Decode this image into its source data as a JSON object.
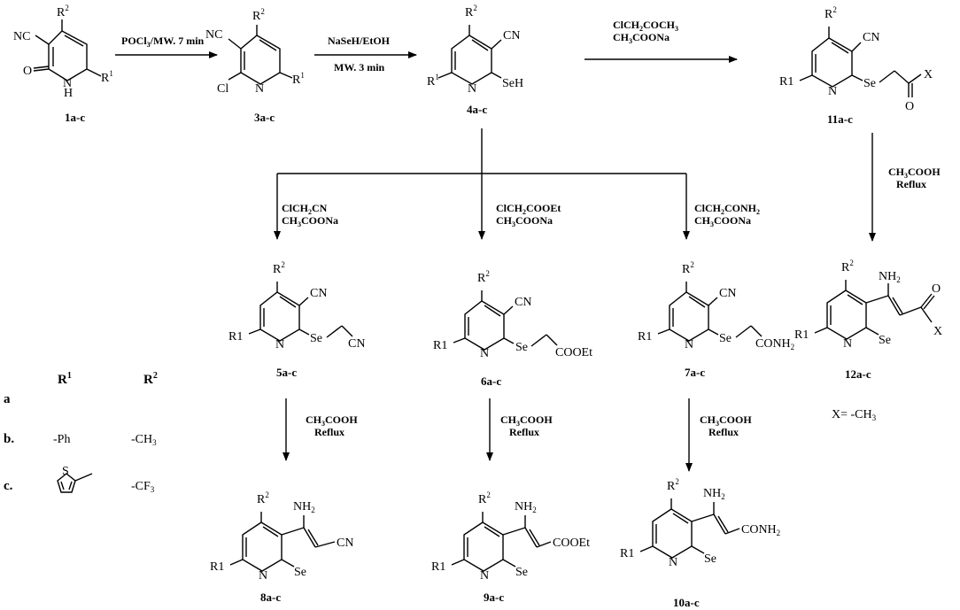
{
  "atoms": {
    "NC": "NC",
    "CN": "CN",
    "N": "N",
    "H": "H",
    "O": "O",
    "Cl": "Cl",
    "R": "R",
    "R1": "R1",
    "Se": "Se",
    "SeH": "SeH",
    "X": "X",
    "NH": "NH",
    "S": "S",
    "COOEt": "COOEt",
    "CONH": "CONH",
    "sub1": "1",
    "sub2": "2"
  },
  "colors": {
    "black": "#000000",
    "teal": "#1f8a8a",
    "blue": "#2a2acc",
    "red": "#e02020",
    "green": "#2e9e2e"
  },
  "compounds": {
    "c1": "1a-c",
    "c3": "3a-c",
    "c4": "4a-c",
    "c5": "5a-c",
    "c6": "6a-c",
    "c7": "7a-c",
    "c8": "8a-c",
    "c9": "9a-c",
    "c10": "10a-c",
    "c11": "11a-c",
    "c12": "12a-c"
  },
  "conditions": {
    "r1": "POCl",
    "r1b": "/MW. 7 min",
    "r1sub": "3",
    "r2a": "NaSeH/EtOH",
    "r2b": "MW. 3 min",
    "r3a_pre": "ClCH",
    "r3a_post": "COCH",
    "r3b_pre": "CH",
    "r3b_post": "COONa",
    "r5a_post": "CN",
    "r6a_post": "COOEt",
    "r7a_post": "CONH",
    "acid_pre": "CH",
    "acid_post": "COOH",
    "reflux": "Reflux",
    "sub2": "2",
    "sub3": "3"
  },
  "legend": {
    "a": "a",
    "b": "b.",
    "c": "c.",
    "h_r1": "R",
    "h_r2": "R",
    "h_sup1": "1",
    "h_sup2": "2",
    "b_r1": "-Ph",
    "b_r2": "-CH",
    "b_r2sub": "3",
    "c_r2": "-CF",
    "c_r2sub": "3"
  },
  "xdef": {
    "label": "X= -CH",
    "sub": "3"
  }
}
